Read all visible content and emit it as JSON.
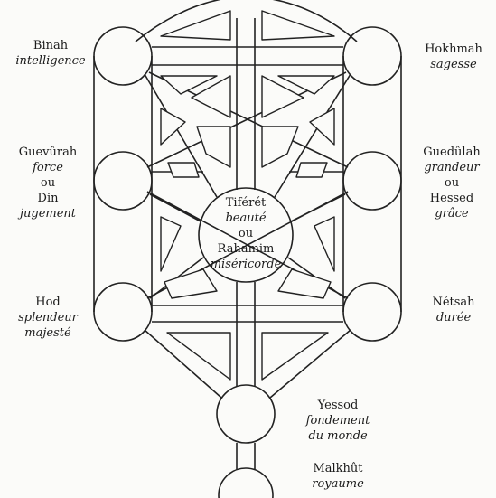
{
  "diagram": {
    "line_color": "#222222",
    "background": "#fbfbf9"
  },
  "sefirot": {
    "binah": {
      "name": "Binah",
      "meaning": "intelligence"
    },
    "hokhmah": {
      "name": "Hokhmah",
      "meaning": "sagesse"
    },
    "guevurah": {
      "name": "Guevûrah",
      "meaning": "force",
      "conj": "ou",
      "alt_name": "Din",
      "alt_meaning": "jugement"
    },
    "guedulah": {
      "name": "Guedûlah",
      "meaning": "grandeur",
      "conj": "ou",
      "alt_name": "Hessed",
      "alt_meaning": "grâce"
    },
    "tiferet": {
      "name": "Tiférét",
      "meaning": "beauté",
      "conj": "ou",
      "alt_name": "Rahamim",
      "alt_meaning": "miséricorde"
    },
    "hod": {
      "name": "Hod",
      "meaning": "splendeur",
      "meaning2": "majesté"
    },
    "netsah": {
      "name": "Nétsah",
      "meaning": "durée"
    },
    "yessod": {
      "name": "Yessod",
      "meaning": "fondement",
      "meaning2": "du monde"
    },
    "malkhut": {
      "name": "Malkhût",
      "meaning": "royaume"
    }
  }
}
